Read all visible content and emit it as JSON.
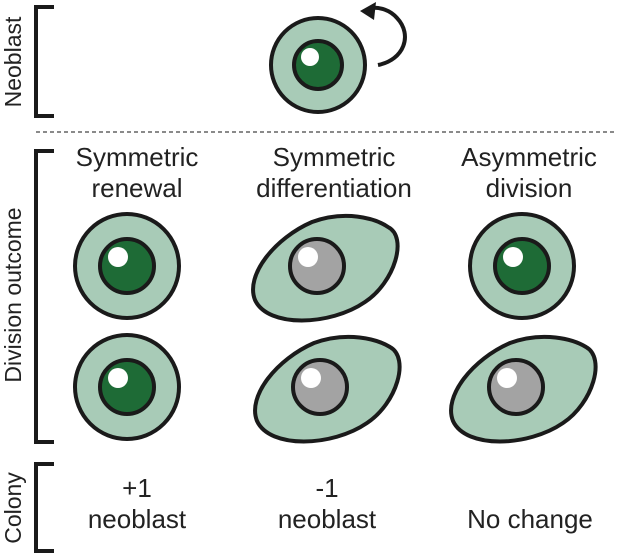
{
  "row_labels": {
    "neoblast": "Neoblast",
    "division_outcome": "Division outcome",
    "colony": "Colony"
  },
  "columns": [
    {
      "title_line1": "Symmetric",
      "title_line2": "renewal",
      "outcome_line1": "+1",
      "outcome_line2": "neoblast"
    },
    {
      "title_line1": "Symmetric",
      "title_line2": "differentiation",
      "outcome_line1": "-1",
      "outcome_line2": "neoblast"
    },
    {
      "title_line1": "Asymmetric",
      "title_line2": "division",
      "outcome_line1": "",
      "outcome_line2": "No change"
    }
  ],
  "cells": {
    "neoblast_top": "neoblast",
    "grid": [
      [
        "neoblast",
        "differentiated",
        "neoblast"
      ],
      [
        "neoblast",
        "differentiated",
        "differentiated"
      ]
    ]
  },
  "colors": {
    "cytoplasm": "#a8cbb7",
    "neoblast_nucleus": "#1e6b36",
    "differentiated_nucleus": "#a3a3a3",
    "outline": "#1a1a1a",
    "highlight": "#ffffff"
  },
  "icons": {
    "self_renewal_arrow": "curved-arrow-icon"
  }
}
